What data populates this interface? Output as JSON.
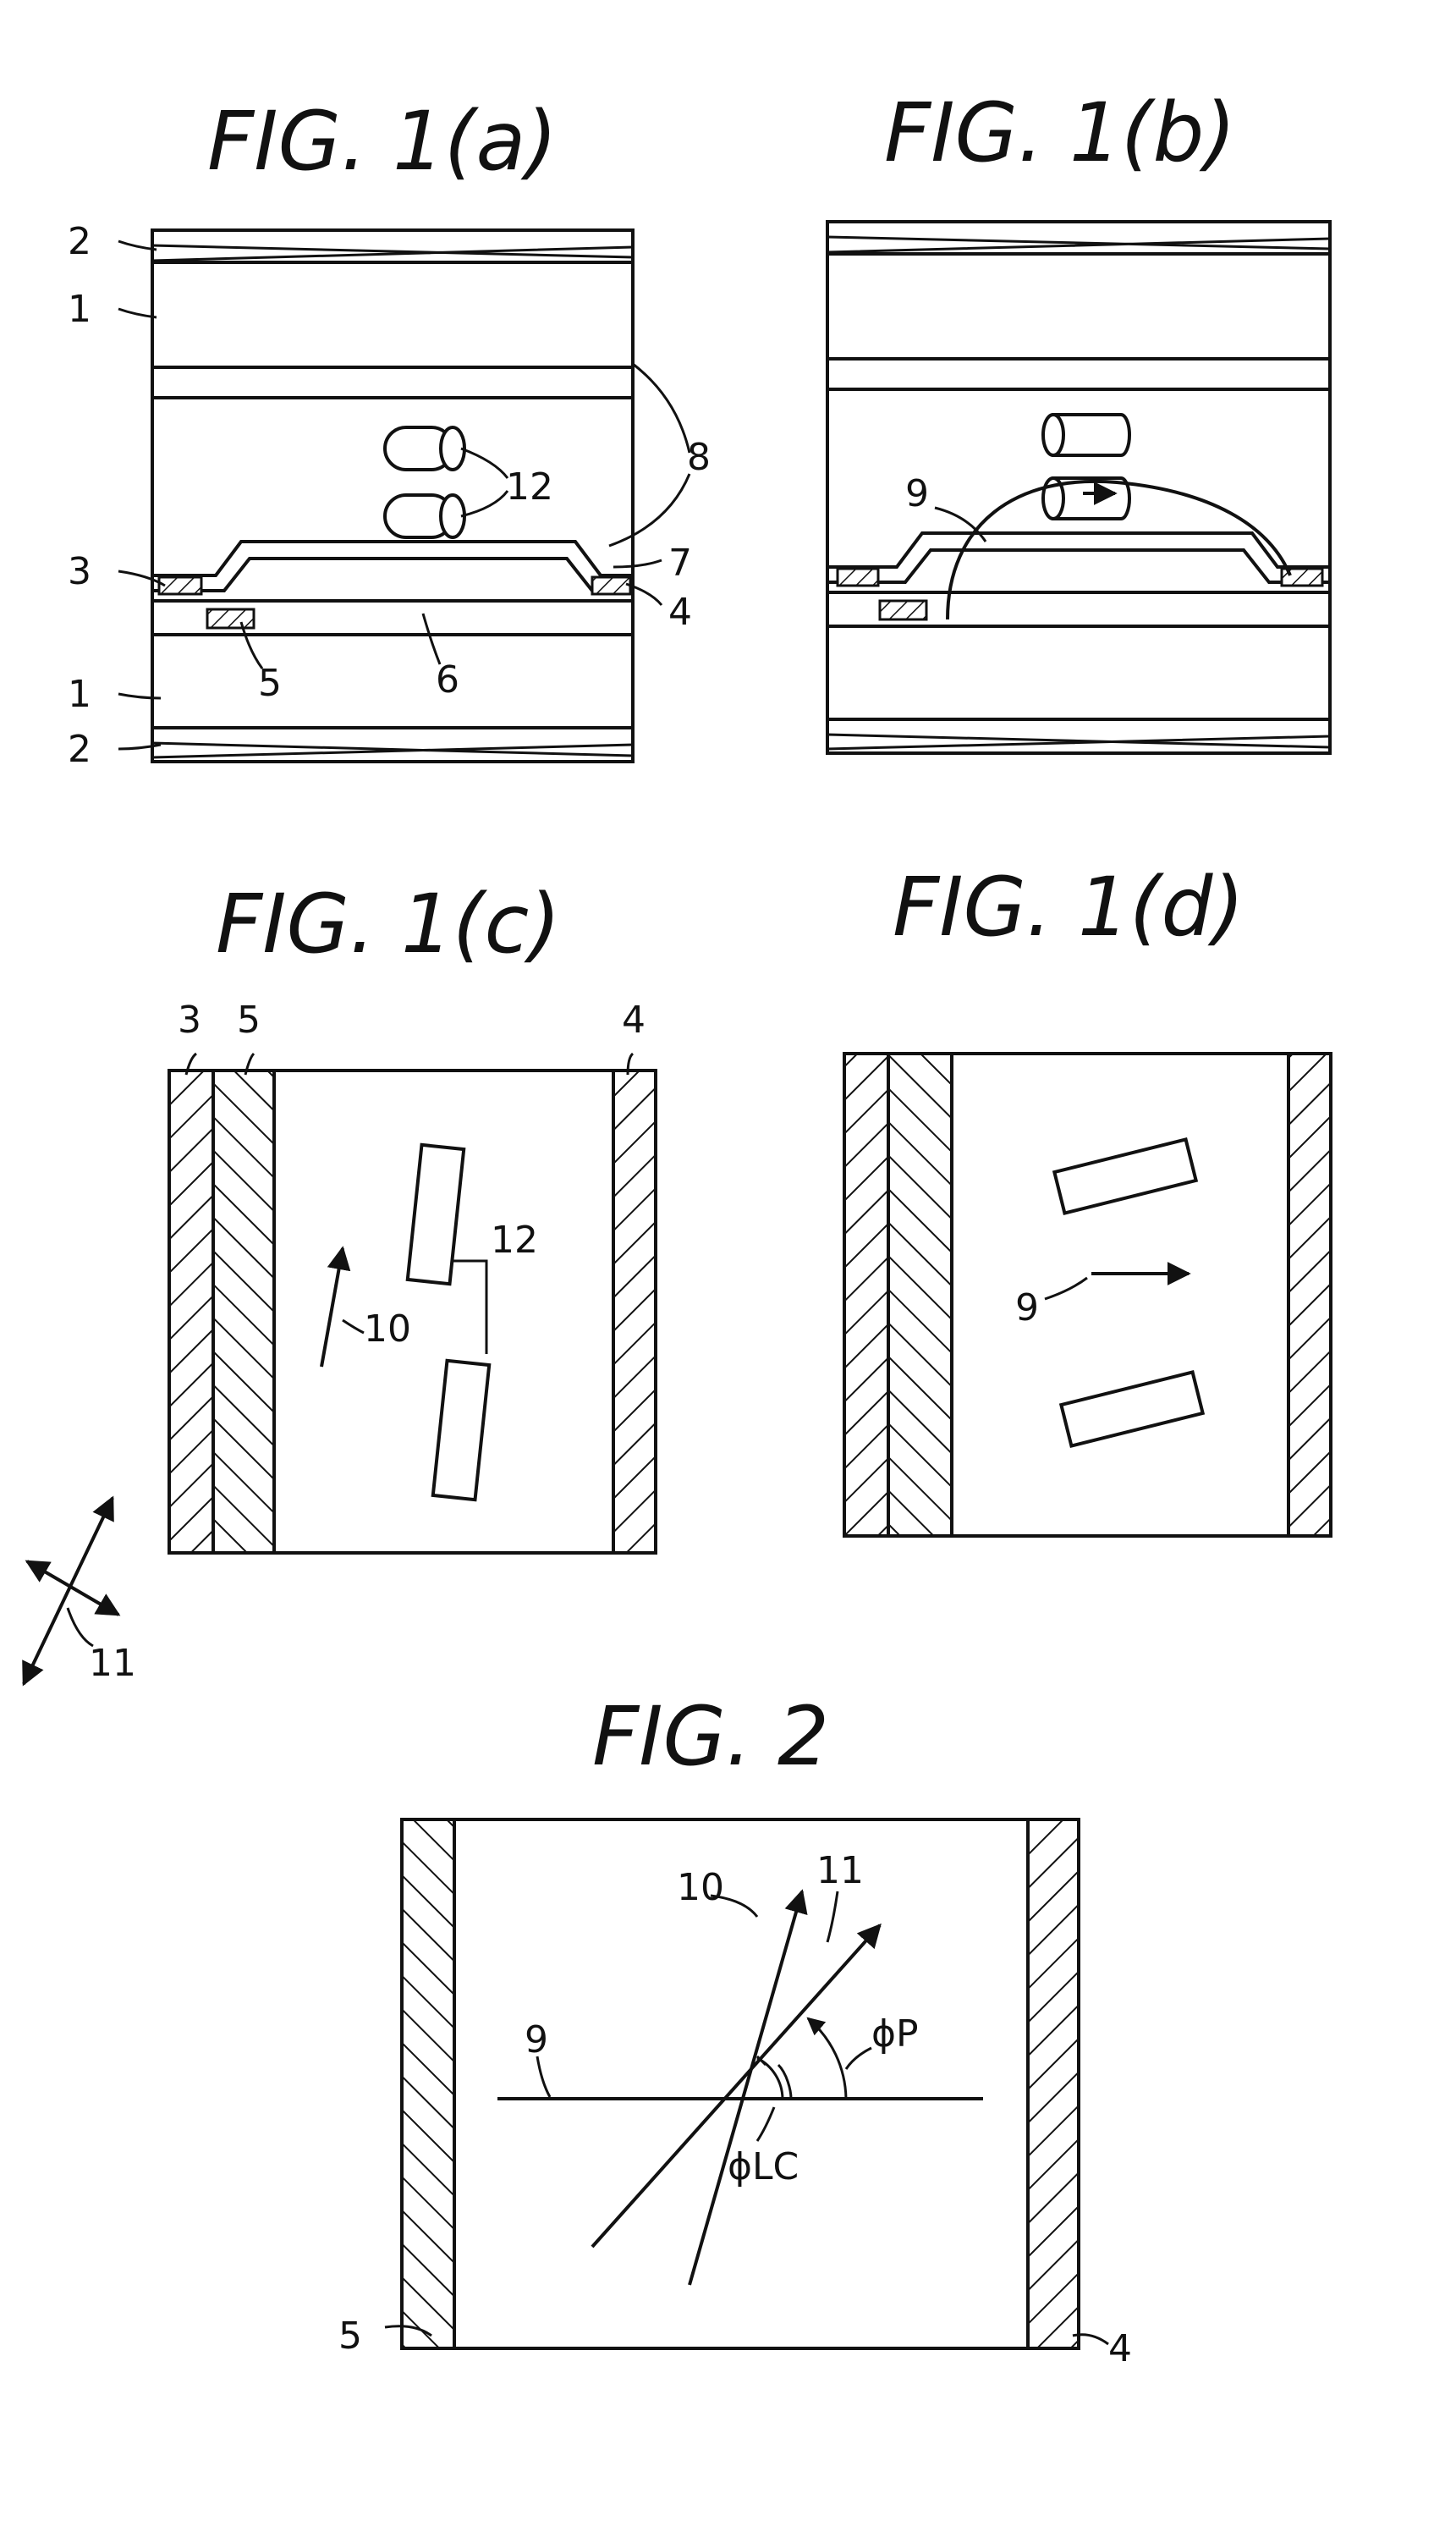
{
  "figures": {
    "fig1a": {
      "title": "FIG. 1(a)",
      "labels": {
        "l2_top": "2",
        "l1_top": "1",
        "l3": "3",
        "l1_bot": "1",
        "l2_bot": "2",
        "l5": "5",
        "l6": "6",
        "l4": "4",
        "l7": "7",
        "l8": "8",
        "l12": "12"
      }
    },
    "fig1b": {
      "title": "FIG. 1(b)",
      "labels": {
        "l9": "9"
      }
    },
    "fig1c": {
      "title": "FIG. 1(c)",
      "labels": {
        "l3": "3",
        "l5": "5",
        "l4": "4",
        "l12": "12",
        "l10": "10",
        "l11": "11"
      }
    },
    "fig1d": {
      "title": "FIG. 1(d)",
      "labels": {
        "l9": "9"
      }
    },
    "fig2": {
      "title": "FIG. 2",
      "labels": {
        "l10": "10",
        "l11": "11",
        "l9": "9",
        "phi_p": "ϕP",
        "phi_lc": "ϕLC",
        "l5": "5",
        "l4": "4"
      }
    }
  },
  "colors": {
    "ink": "#111111",
    "paper": "#ffffff"
  }
}
